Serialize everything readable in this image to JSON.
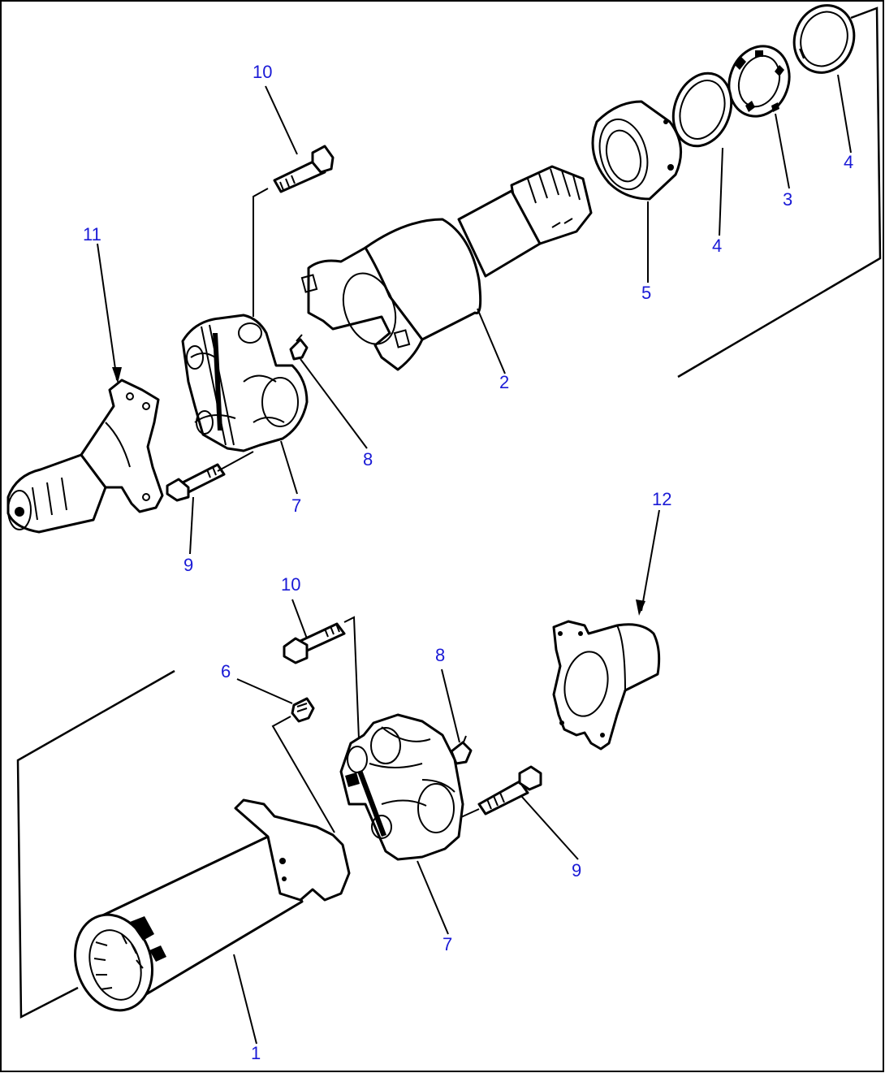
{
  "callouts": {
    "c1": "1",
    "c2": "2",
    "c3": "3",
    "c4a": "4",
    "c4b": "4",
    "c5": "5",
    "c6": "6",
    "c7a": "7",
    "c7b": "7",
    "c8a": "8",
    "c8b": "8",
    "c9a": "9",
    "c9b": "9",
    "c10a": "10",
    "c10b": "10",
    "c11": "11",
    "c12": "12"
  },
  "colors": {
    "callout": "#1a1ad6",
    "line": "#000000",
    "background": "#ffffff"
  }
}
